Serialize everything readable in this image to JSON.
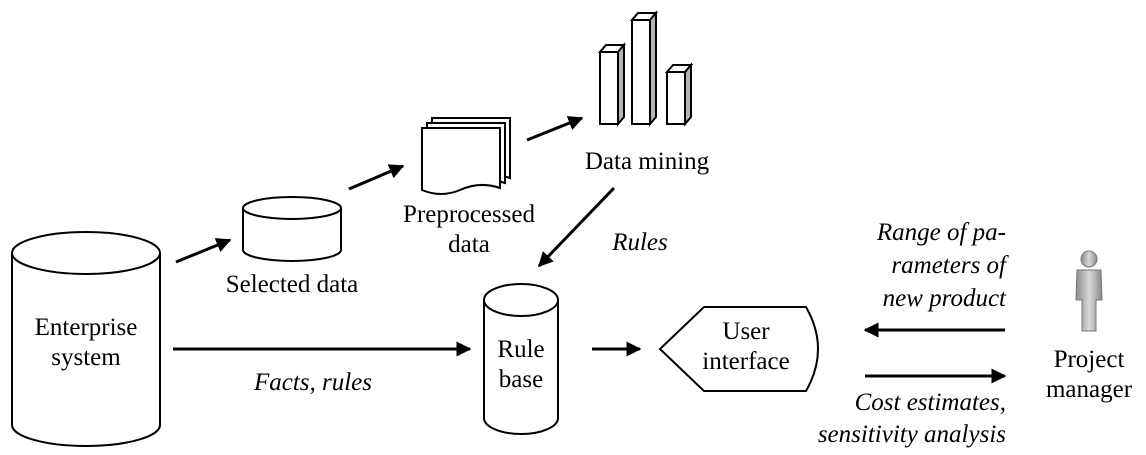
{
  "nodes": {
    "enterprise_system": [
      "Enterprise",
      "system"
    ],
    "selected_data": "Selected data",
    "preprocessed_data": [
      "Preprocessed",
      "data"
    ],
    "data_mining": "Data mining",
    "rule_base": [
      "Rule",
      "base"
    ],
    "user_interface": [
      "User",
      "interface"
    ],
    "project_manager": [
      "Project",
      "manager"
    ]
  },
  "edges": {
    "rules": "Rules",
    "facts_rules": "Facts, rules",
    "input_params": [
      "Range of pa-",
      "rameters of",
      "new product"
    ],
    "outputs": [
      "Cost estimates,",
      "sensitivity analysis"
    ]
  },
  "colors": {
    "line": "#000000",
    "person_light": "#c8c8c8",
    "person_dark": "#8a8a8a"
  },
  "icons": [
    "cylinder-icon",
    "documents-icon",
    "bar-chart-icon",
    "person-icon"
  ]
}
